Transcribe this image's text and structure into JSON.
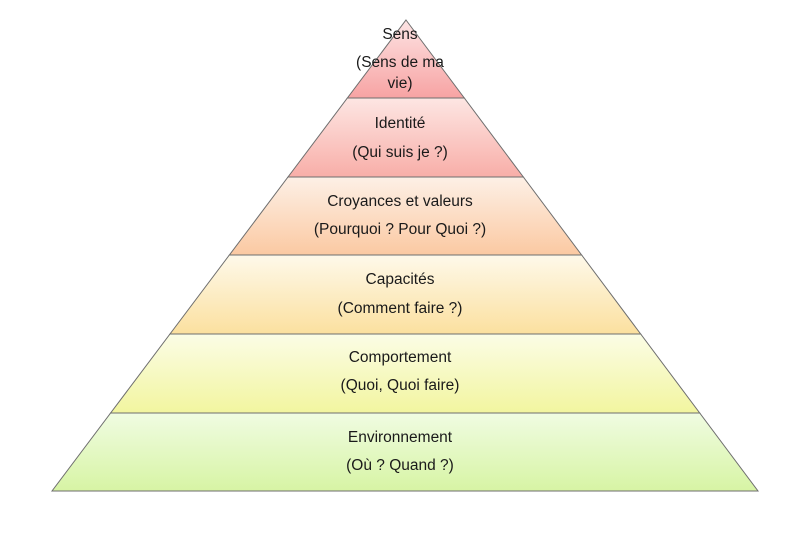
{
  "title": "Pyramid of logical levels",
  "layers": [
    {
      "name": "Sens",
      "lines": [
        "Sens",
        "(Sens de ma",
        "vie)"
      ],
      "color_top": "#fde4e4",
      "color_bottom": "#f7a3a3"
    },
    {
      "name": "Identité",
      "lines": [
        "Identité",
        "(Qui suis je ?)"
      ],
      "color_top": "#fde6e3",
      "color_bottom": "#f8aea8"
    },
    {
      "name": "Croyances et valeurs",
      "lines": [
        "Croyances et valeurs",
        "(Pourquoi ? Pour Quoi ?)"
      ],
      "color_top": "#fdf0e6",
      "color_bottom": "#fbc9a2"
    },
    {
      "name": "Capacités",
      "lines": [
        "Capacités",
        "(Comment faire ?)"
      ],
      "color_top": "#fef9ea",
      "color_bottom": "#fbe09f"
    },
    {
      "name": "Comportement",
      "lines": [
        "Comportement",
        "(Quoi, Quoi faire)"
      ],
      "color_top": "#fbfde6",
      "color_bottom": "#f2f59f"
    },
    {
      "name": "Environnement",
      "lines": [
        "Environnement",
        "(Où ? Quand ?)"
      ],
      "color_top": "#f0fce2",
      "color_bottom": "#d7f4a4"
    }
  ],
  "outline_color": "#6e6e6e"
}
